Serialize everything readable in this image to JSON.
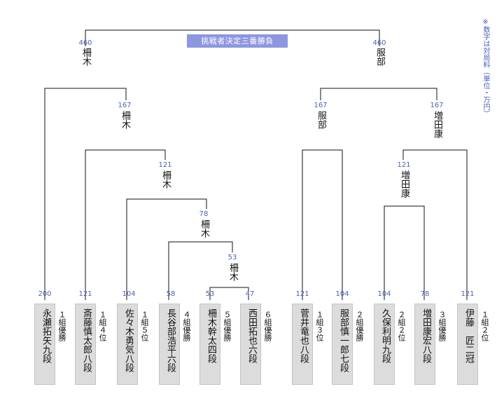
{
  "title": "挑戦者決定三番勝負",
  "note": "※数字は対局料（単位・万円）",
  "final": {
    "left": {
      "fee": "460",
      "name": "柵木"
    },
    "right": {
      "fee": "460",
      "name": "服部"
    }
  },
  "left_bracket": {
    "r4": {
      "fee": "167",
      "name": "柵木"
    },
    "r3": {
      "fee": "121",
      "name": "柵木"
    },
    "r2": {
      "fee": "78",
      "name": "柵木"
    },
    "r1": {
      "fee": "53",
      "name": "柵木"
    }
  },
  "right_bracket": {
    "semi_left": {
      "fee": "167",
      "name": "服部"
    },
    "semi_right": {
      "fee": "167",
      "name": "増田康"
    },
    "r1": {
      "fee": "121",
      "name": "増田康"
    }
  },
  "players": [
    {
      "fee": "200",
      "name": "永瀬拓矢九段",
      "seed": "１組優勝"
    },
    {
      "fee": "121",
      "name": "斎藤慎太郎八段",
      "seed": "１組４位"
    },
    {
      "fee": "104",
      "name": "佐々木勇気八段",
      "seed": "１組５位"
    },
    {
      "fee": "58",
      "name": "長谷部浩平六段",
      "seed": "４組優勝"
    },
    {
      "fee": "53",
      "name": "柵木幹太四段",
      "seed": "５組優勝"
    },
    {
      "fee": "47",
      "name": "西田拓也六段",
      "seed": "６組優勝"
    },
    {
      "fee": "121",
      "name": "菅井竜也八段",
      "seed": "１組３位"
    },
    {
      "fee": "104",
      "name": "服部慎一郎七段",
      "seed": "２組優勝"
    },
    {
      "fee": "104",
      "name": "久保利明九段",
      "seed": "２組２位"
    },
    {
      "fee": "78",
      "name": "増田康宏八段",
      "seed": "３組優勝"
    },
    {
      "fee": "121",
      "name": "伊藤　匠二冠",
      "seed": "１組２位"
    }
  ]
}
